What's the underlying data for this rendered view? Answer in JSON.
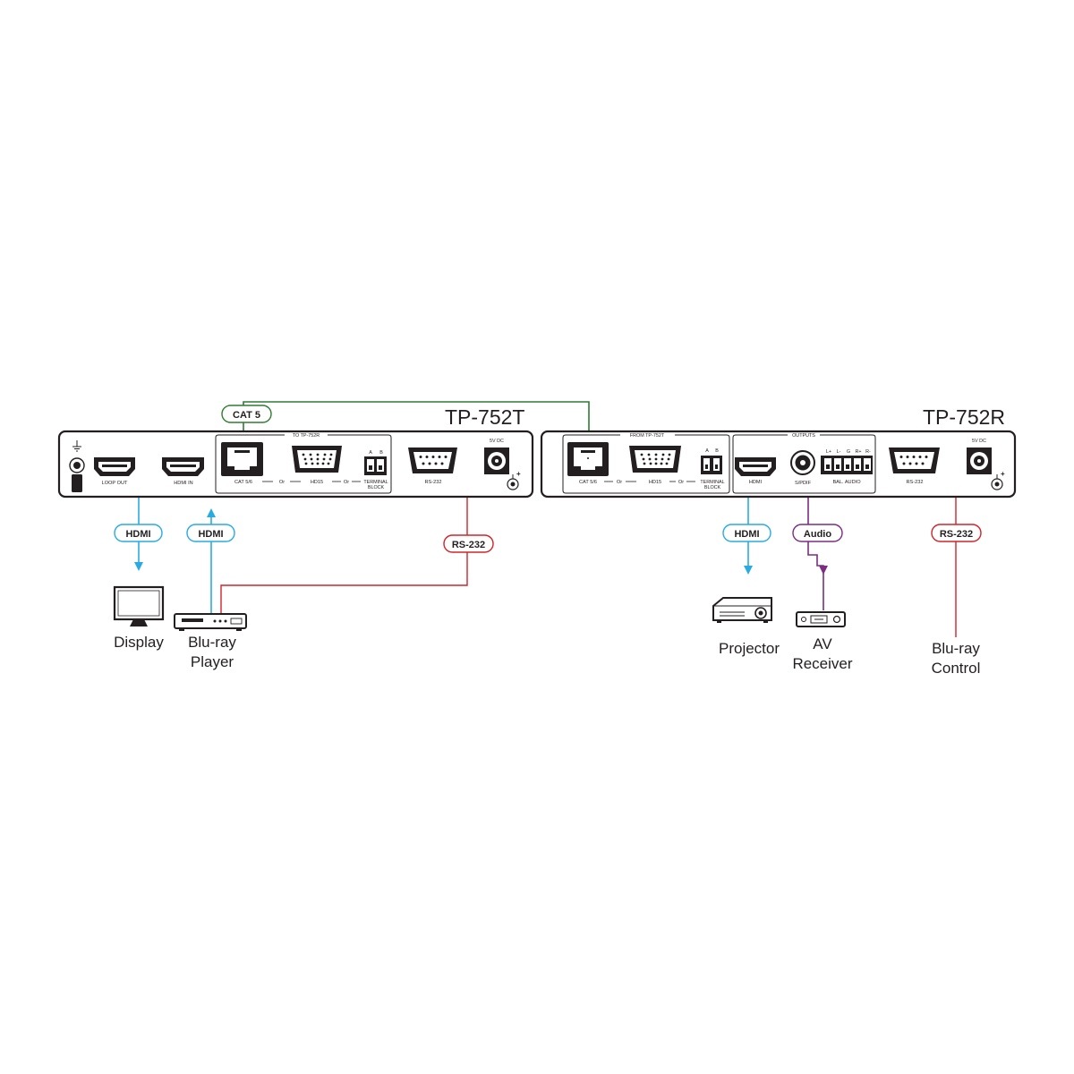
{
  "transmitter": {
    "model": "TP-752T",
    "ports": {
      "loop_out": "LOOP OUT",
      "hdmi_in": "HDMI IN",
      "group_title": "TO TP-752R",
      "cat": "CAT 5/6",
      "or1": "Or",
      "hd15": "HD15",
      "or2": "Or",
      "tb_line1": "TERMINAL",
      "tb_line2": "BLOCK",
      "tb_a": "A",
      "tb_b": "B",
      "rs232": "RS-232",
      "power": "5V DC"
    }
  },
  "receiver": {
    "model": "TP-752R",
    "ports": {
      "group_title": "FROM TP-752T",
      "cat": "CAT 5/6",
      "or1": "Or",
      "hd15": "HD15",
      "or2": "Or",
      "tb_line1": "TERMINAL",
      "tb_line2": "BLOCK",
      "tb_a": "A",
      "tb_b": "B",
      "outputs_title": "OUTPUTS",
      "hdmi": "HDMI",
      "spdif": "S/PDIF",
      "bal_audio": "BAL. AUDIO",
      "bal_pins": [
        "L+",
        "L-",
        "G",
        "R+",
        "R-"
      ],
      "rs232": "RS-232",
      "power": "5V DC"
    }
  },
  "cables": {
    "cat5": "CAT 5",
    "hdmi_display": "HDMI",
    "hdmi_bluray": "HDMI",
    "rs232_tx": "RS-232",
    "hdmi_projector": "HDMI",
    "audio": "Audio",
    "rs232_rx": "RS-232"
  },
  "devices": {
    "display": "Display",
    "bluray_line1": "Blu-ray",
    "bluray_line2": "Player",
    "projector": "Projector",
    "av_line1": "AV",
    "av_line2": "Receiver",
    "control_line1": "Blu-ray",
    "control_line2": "Control"
  },
  "colors": {
    "hdmi": "#29abe2",
    "rs232": "#d2232a",
    "cat5": "#2e7d32",
    "audio": "#7b2d83",
    "outline": "#231f20"
  }
}
